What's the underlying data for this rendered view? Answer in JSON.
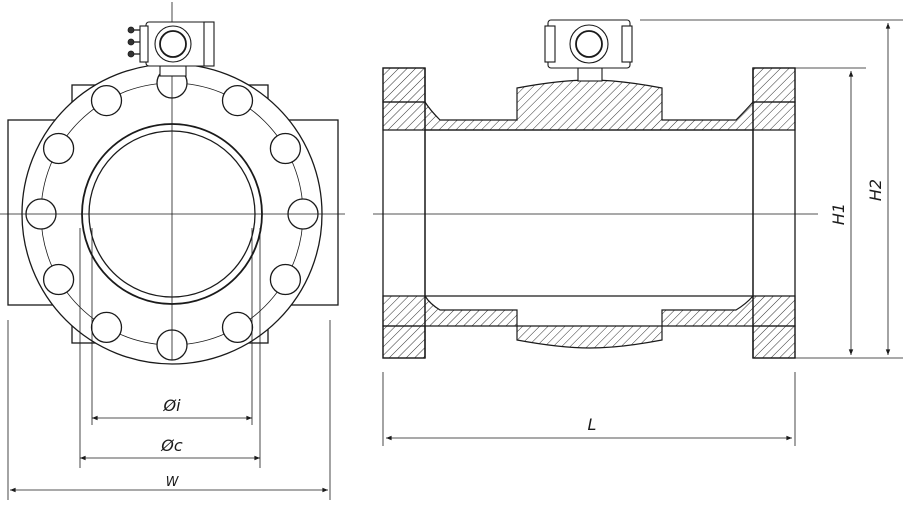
{
  "labels": {
    "inner_diameter": "Øi",
    "bolt_circle": "Øc",
    "width": "W",
    "length": "L",
    "height1": "H1",
    "height2": "H2"
  }
}
